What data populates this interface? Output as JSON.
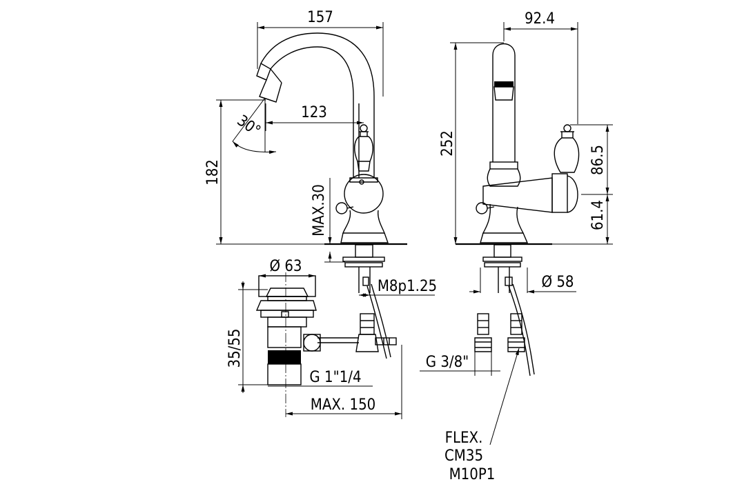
{
  "dimensions": {
    "side_width": "157",
    "spout_reach": "123",
    "spout_angle": "30°",
    "spout_height": "182",
    "max_deck": "MAX.30",
    "front_width": "92.4",
    "total_height": "252",
    "handle_height": "86.5",
    "body_height": "61.4",
    "drain_diameter": "Ø 63",
    "thread": "M8p1.25",
    "base_diameter": "Ø 58",
    "drain_height": "35/55",
    "drain_thread": "G 1\"1/4",
    "max_length": "MAX. 150",
    "supply_thread": "G 3/8\""
  },
  "notes": {
    "flex_line1": "FLEX.",
    "flex_line2": "CM35",
    "flex_line3": "M10P1"
  },
  "colors": {
    "ink": "#000000",
    "paper": "#ffffff"
  }
}
